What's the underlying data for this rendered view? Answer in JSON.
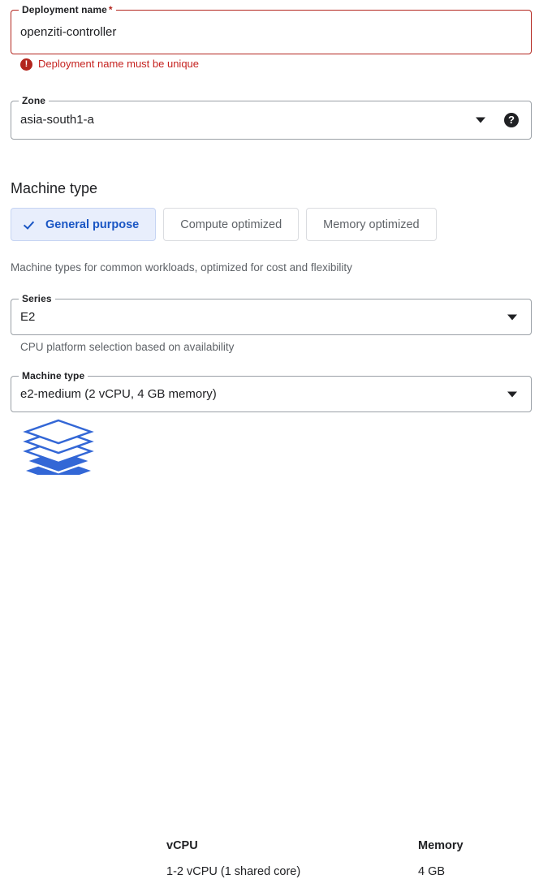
{
  "deployment_name_field": {
    "label": "Deployment name",
    "required_marker": "*",
    "value": "openziti-controller",
    "state": "error",
    "error": {
      "icon": "error-exclamation-icon",
      "message": "Deployment name must be unique",
      "color": "#c5221f"
    }
  },
  "zone_field": {
    "label": "Zone",
    "value": "asia-south1-a",
    "dropdown_icon": "chevron-down-icon",
    "help_icon": "help-question-icon",
    "help_glyph": "?"
  },
  "machine_type_section": {
    "title": "Machine type",
    "toggles": [
      {
        "label": "General purpose",
        "selected": true,
        "icon": "check-icon"
      },
      {
        "label": "Compute optimized",
        "selected": false
      },
      {
        "label": "Memory optimized",
        "selected": false
      }
    ],
    "toggle_hint": "Machine types for common workloads, optimized for cost and flexibility",
    "series_field": {
      "label": "Series",
      "value": "E2",
      "dropdown_icon": "chevron-down-icon",
      "hint": "CPU platform selection based on availability"
    },
    "machine_type_field": {
      "label": "Machine type",
      "value": "e2-medium (2 vCPU, 4 GB memory)",
      "dropdown_icon": "chevron-down-icon"
    },
    "spec_summary": {
      "icon": "stacked-layers-icon",
      "columns": [
        {
          "header": "vCPU",
          "value": "1-2 vCPU (1 shared core)"
        },
        {
          "header": "Memory",
          "value": "4 GB"
        }
      ]
    }
  },
  "colors": {
    "accent_blue": "#1a56c4",
    "selected_chip_bg": "#e8eefc",
    "error_red": "#b3261e",
    "error_text": "#c5221f",
    "icon_blue": "#3367d6",
    "border_gray": "#9aa0a6",
    "text_secondary": "#5f6368"
  }
}
